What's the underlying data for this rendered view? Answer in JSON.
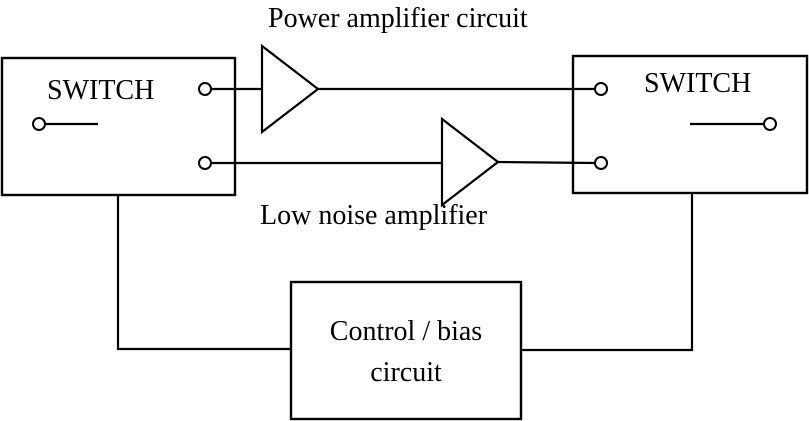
{
  "diagram": {
    "title_top": "Power amplifier circuit",
    "label_lna": "Low noise amplifier",
    "left_switch": {
      "label": "SWITCH"
    },
    "right_switch": {
      "label": "SWITCH"
    },
    "control": {
      "line1": "Control / bias",
      "line2": "circuit"
    },
    "blocks": [
      "SWITCH (left)",
      "Power amplifier circuit",
      "Low noise amplifier",
      "SWITCH (right)",
      "Control / bias circuit"
    ],
    "connections": [
      {
        "from": "left-switch-port-top",
        "to": "power-amplifier"
      },
      {
        "from": "power-amplifier",
        "to": "right-switch-port-top"
      },
      {
        "from": "left-switch-port-bottom",
        "to": "low-noise-amplifier"
      },
      {
        "from": "low-noise-amplifier",
        "to": "right-switch-port-bottom"
      },
      {
        "from": "left-switch",
        "to": "control-bias-circuit"
      },
      {
        "from": "right-switch",
        "to": "control-bias-circuit"
      }
    ],
    "stroke_color": "#000000",
    "background": "#ffffff"
  }
}
